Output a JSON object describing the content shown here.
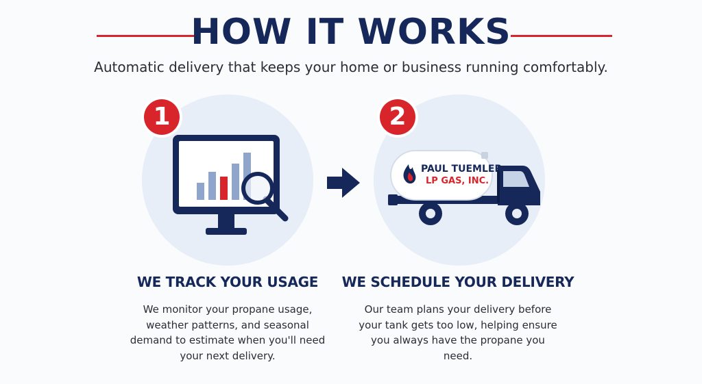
{
  "header": {
    "title": "HOW IT WORKS",
    "subtitle": "Automatic delivery that keeps your home or business running comfortably."
  },
  "steps": [
    {
      "number": "1",
      "heading": "WE TRACK YOUR USAGE",
      "body": "We monitor your propane usage, weather patterns, and seasonal demand to estimate when you'll need your next delivery.",
      "icon": "monitor-chart-magnifier-icon"
    },
    {
      "number": "2",
      "heading": "WE SCHEDULE YOUR DELIVERY",
      "body": "Our team plans your delivery before your tank gets too low, helping ensure you always have the propane you need.",
      "icon": "propane-truck-icon"
    }
  ],
  "truck_logo": {
    "line1": "PAUL TUEMLER",
    "line2": "LP GAS, INC."
  },
  "colors": {
    "navy": "#16275a",
    "red": "#d8242b",
    "circle": "#e7eef8",
    "bar_blue": "#8fa5cc"
  }
}
